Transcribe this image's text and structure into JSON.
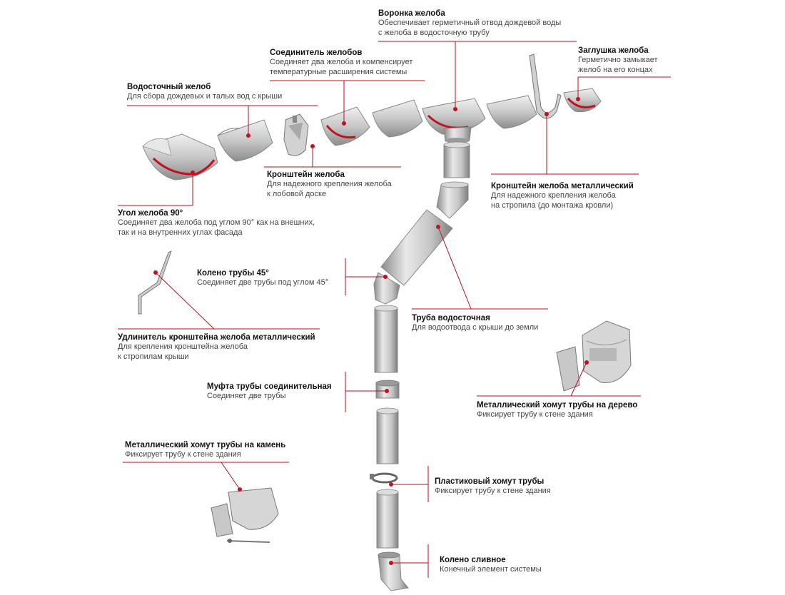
{
  "labels": {
    "gutter": {
      "title": "Водосточный желоб",
      "desc": "Для сбора дождевых и талых вод с крыши"
    },
    "connector": {
      "title": "Соединитель желобов",
      "desc": "Соединяет два желоба и компенсирует\nтемпературные расширения системы"
    },
    "funnel": {
      "title": "Воронка желоба",
      "desc": "Обеспечивает герметичный отвод дождевой воды\nс желоба в водосточную трубу"
    },
    "cap": {
      "title": "Заглушка желоба",
      "desc": "Герметично замыкает\nжелоб на его концах"
    },
    "bracket": {
      "title": "Кронштейн желоба",
      "desc": "Для надежного крепления желоба\nк лобовой доске"
    },
    "metal_bracket": {
      "title": "Кронштейн желоба металлический",
      "desc": "Для надежного крепления желоба\nна стропила (до монтажа кровли)"
    },
    "corner": {
      "title": "Угол желоба 90°",
      "desc": "Соединяет два желоба под углом 90° как на внешних,\nтак и на внутренних углах фасада"
    },
    "elbow45": {
      "title": "Колено трубы 45°",
      "desc": "Соединяет две трубы под углом 45°"
    },
    "pipe": {
      "title": "Труба водосточная",
      "desc": "Для водоотвода с крыши до земли"
    },
    "extender": {
      "title": "Удлинитель кронштейна желоба металлический",
      "desc": "Для крепления кронштейна желоба\nк стропилам крыши"
    },
    "coupling": {
      "title": "Муфта трубы соединительная",
      "desc": "Соединяет две трубы"
    },
    "clamp_wood": {
      "title": "Металлический хомут трубы на дерево",
      "desc": "Фиксирует трубу к стене здания"
    },
    "clamp_stone": {
      "title": "Металлический хомут трубы на камень",
      "desc": "Фиксирует трубу к стене здания"
    },
    "plastic_clamp": {
      "title": "Пластиковый хомут трубы",
      "desc": "Фиксирует трубу к стене здания"
    },
    "drain_elbow": {
      "title": "Колено сливное",
      "desc": "Конечный элемент системы"
    }
  },
  "colors": {
    "accent": "#b5121b",
    "metal_light": "#e6e6e6",
    "metal_mid": "#b9b9b9",
    "metal_dark": "#8f8f8f",
    "seal": "#c0121e"
  }
}
